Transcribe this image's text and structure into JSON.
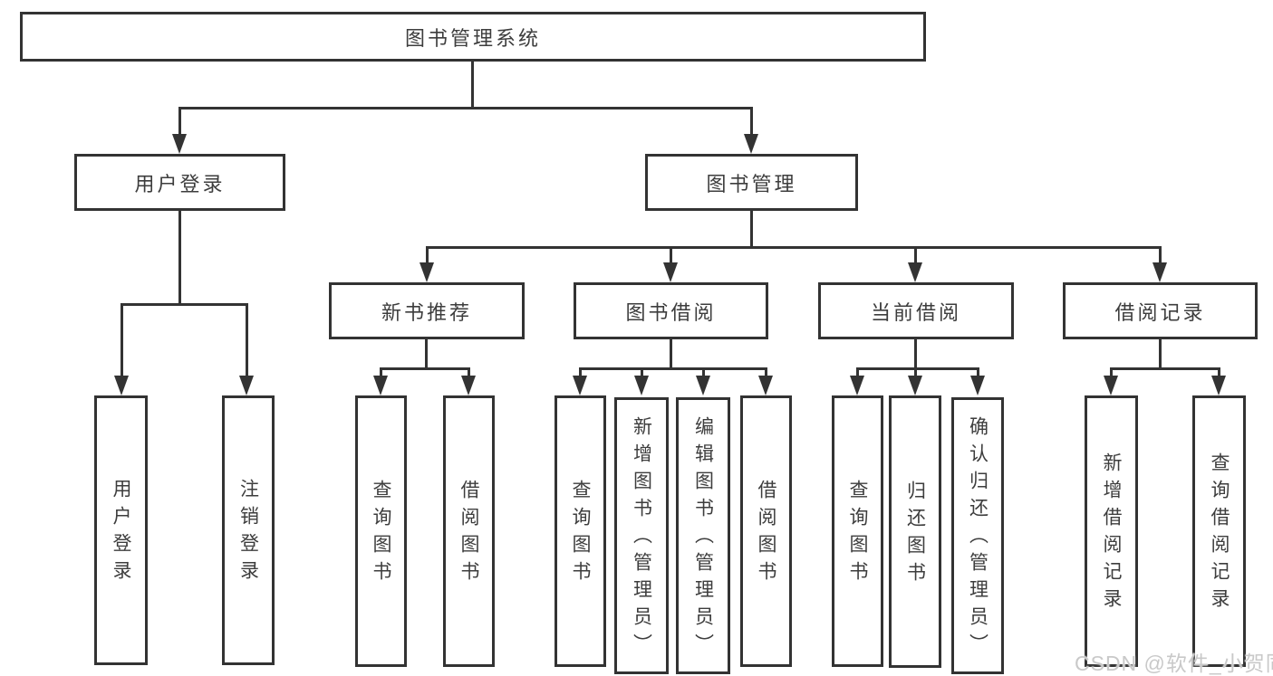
{
  "diagram": {
    "title_node": "图书管理系统",
    "level2": {
      "user_login": "用户登录",
      "book_mgmt": "图书管理"
    },
    "level3": {
      "new_book_rec": "新书推荐",
      "book_borrow": "图书借阅",
      "current_borrow": "当前借阅",
      "borrow_records": "借阅记录"
    },
    "leaves": {
      "user_login_children": [
        "用户登录",
        "注销登录"
      ],
      "new_book_children": [
        "查询图书",
        "借阅图书"
      ],
      "book_borrow_children": [
        "查询图书",
        "新增图书（管理员）",
        "编辑图书（管理员）",
        "借阅图书"
      ],
      "current_borrow_children": [
        "查询图书",
        "归还图书",
        "确认归还（管理员）"
      ],
      "borrow_records_children": [
        "新增借阅记录",
        "查询借阅记录"
      ]
    },
    "colors": {
      "line": "#333333",
      "text": "#3d3d3d",
      "background": "#ffffff",
      "watermark": "#c9c9c9"
    },
    "watermark": "CSDN @软件_小贺同学"
  }
}
